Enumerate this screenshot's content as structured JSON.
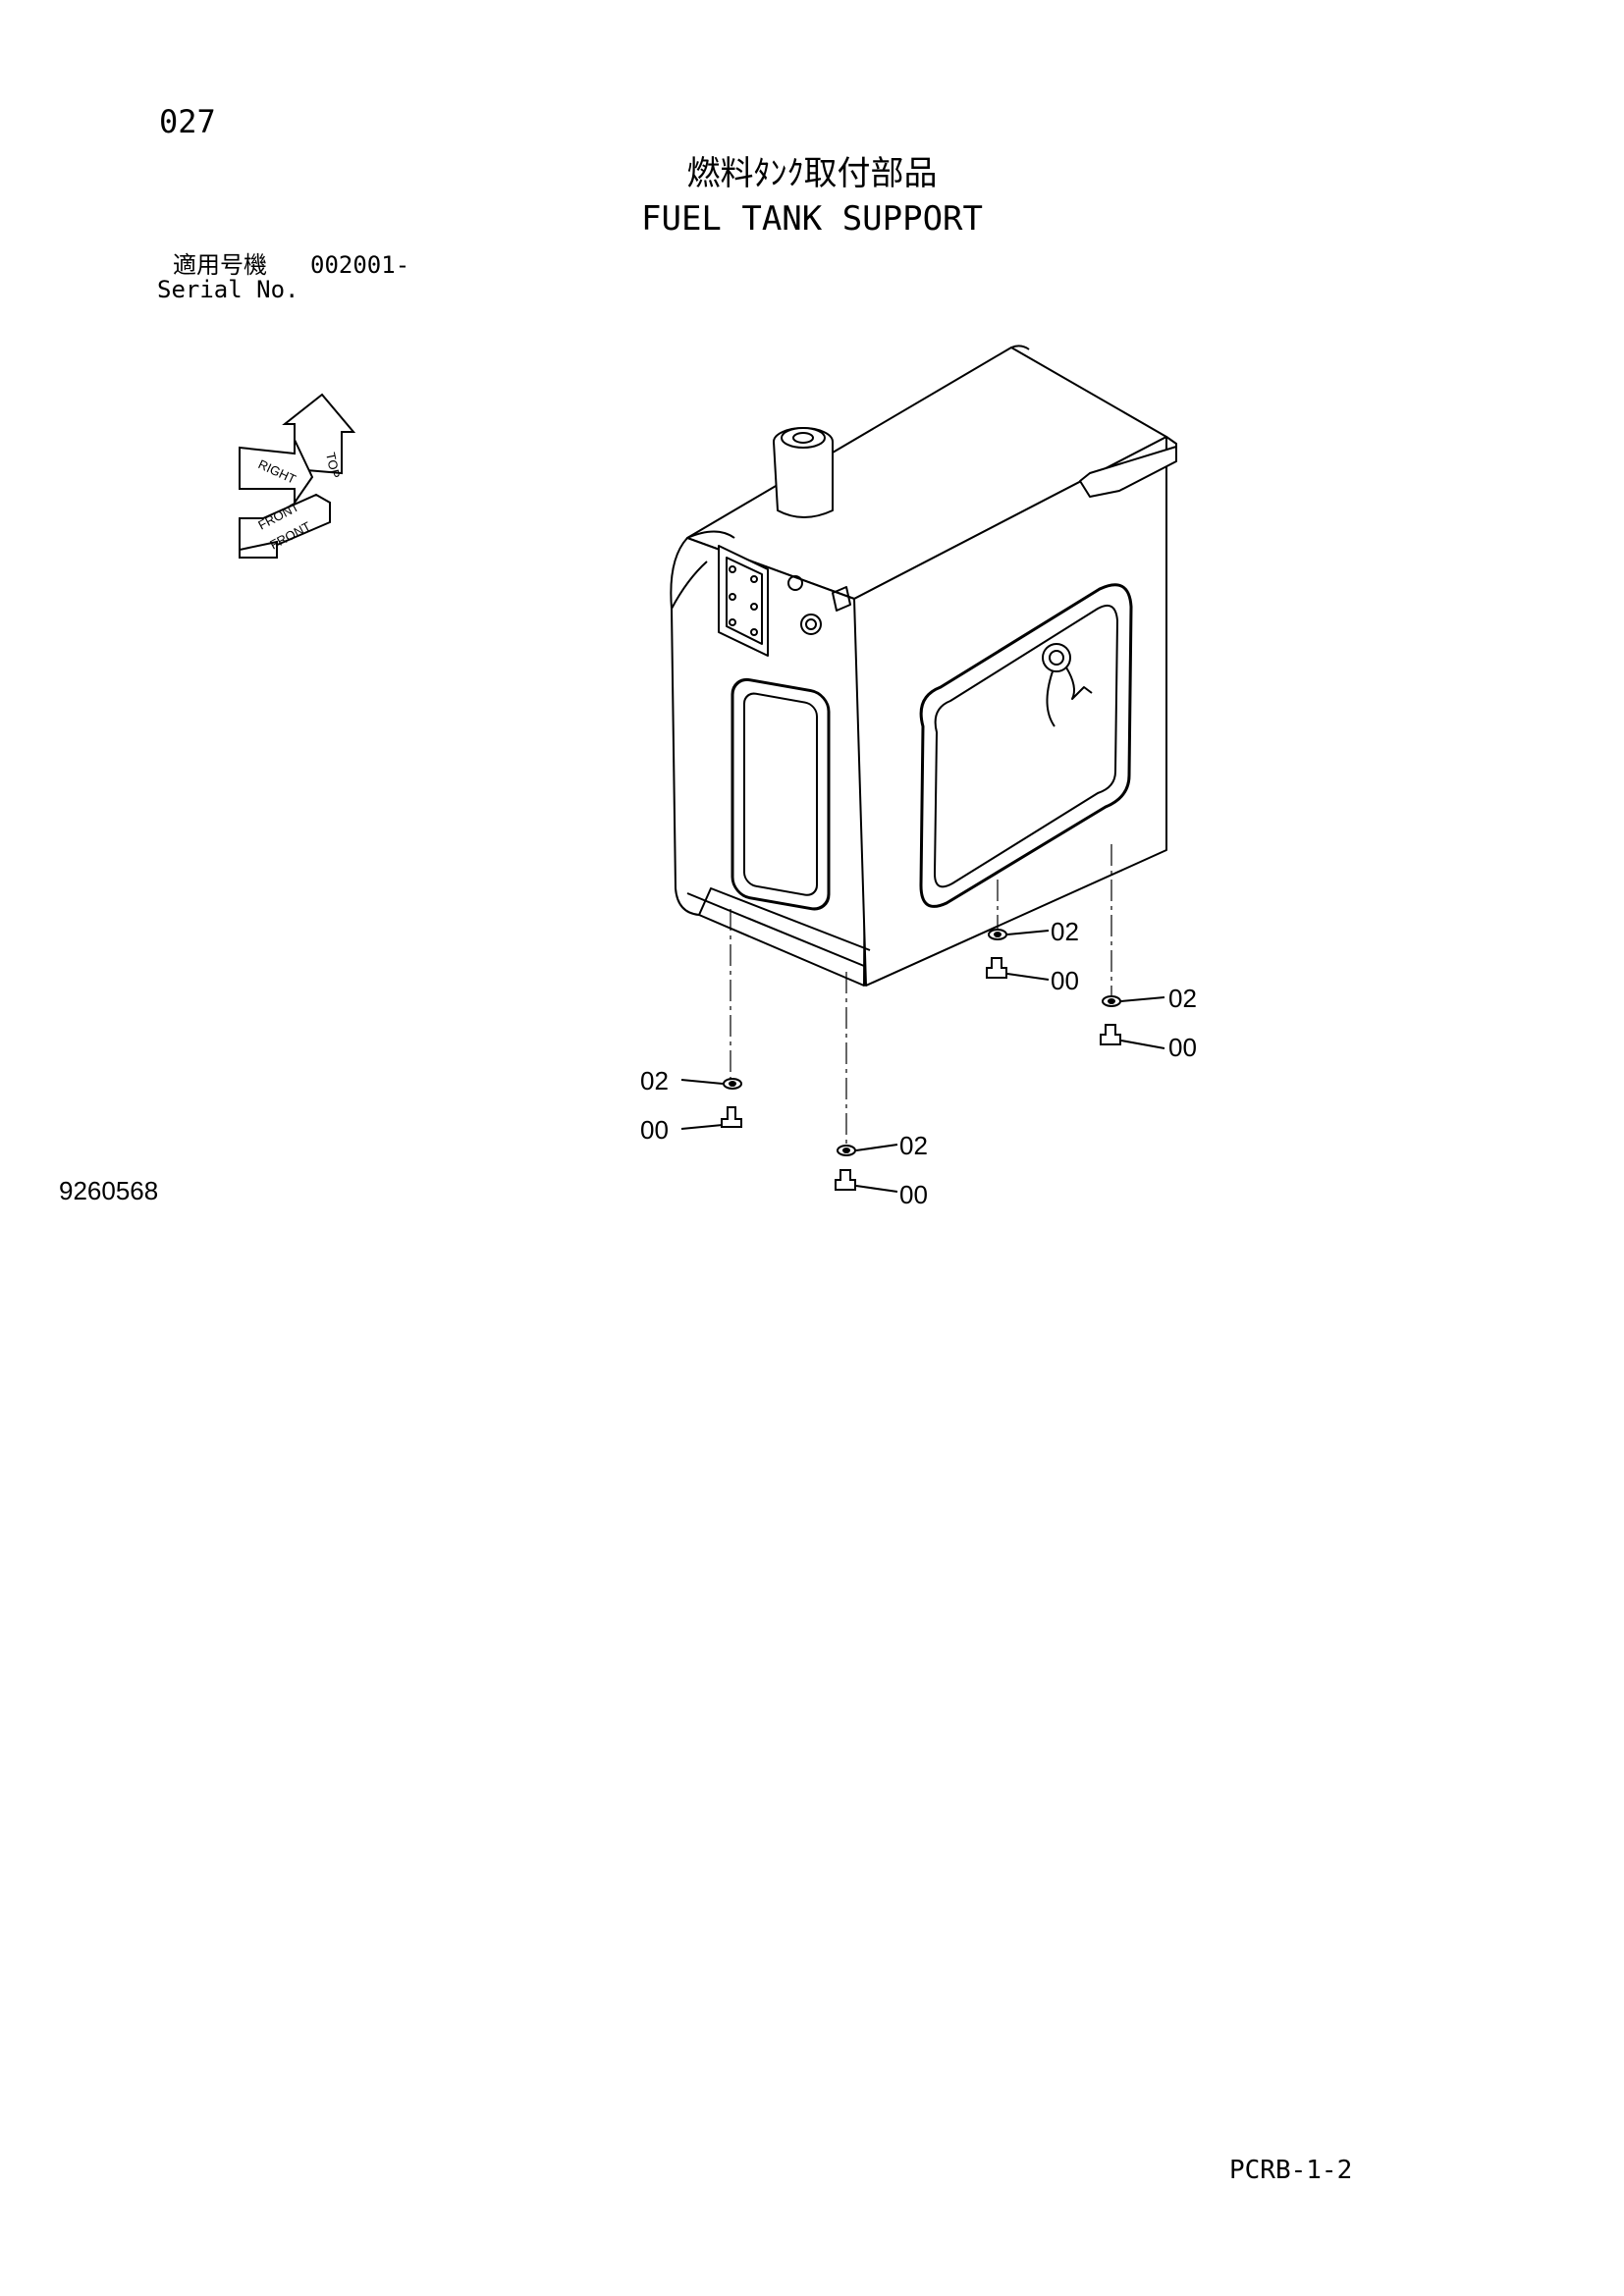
{
  "header": {
    "page_number": "027",
    "title_jp": "燃料ﾀﾝｸ取付部品",
    "title_en": "FUEL TANK SUPPORT",
    "serial_label_jp": "適用号機",
    "serial_value": "002001-",
    "serial_label_en": "Serial No."
  },
  "orientation": {
    "top": "TOP",
    "right": "RIGHT",
    "front": "FRONT"
  },
  "callouts": {
    "c1_washer": "02",
    "c1_bolt": "00",
    "c2_washer": "02",
    "c2_bolt": "00",
    "c3_washer": "02",
    "c3_bolt": "00",
    "c4_washer": "02",
    "c4_bolt": "00"
  },
  "footer": {
    "drawing_number": "9260568",
    "page_code": "PCRB-1-2"
  }
}
